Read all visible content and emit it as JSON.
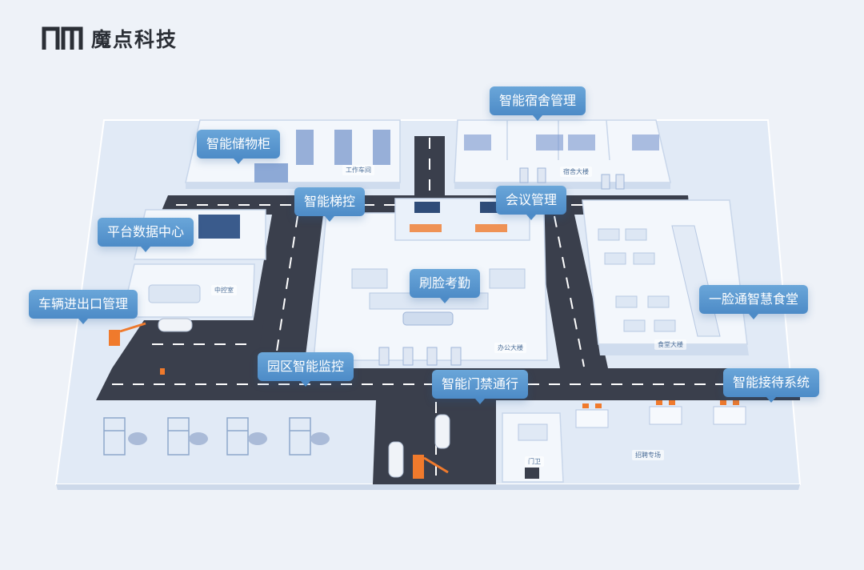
{
  "brand": {
    "logo_icon": "nm-logo-icon",
    "name": "魔点科技"
  },
  "colors": {
    "callout": "#5a97cf",
    "road": "#3a3f4c",
    "road_stripe": "#ffffff",
    "ground": "#e3ecf7",
    "building": "#f4f8fd",
    "accent_orange": "#f07a2c"
  },
  "callouts": [
    "智能宿舍管理",
    "智能储物柜",
    "智能梯控",
    "会议管理",
    "平台数据中心",
    "刷脸考勤",
    "车辆进出口管理",
    "一脸通智慧食堂",
    "园区智能监控",
    "智能门禁通行",
    "智能接待系统"
  ],
  "area_tags": [
    "工作车间",
    "宿舍大楼",
    "中控室",
    "办公大楼",
    "食堂大楼",
    "门卫",
    "招聘专场"
  ]
}
